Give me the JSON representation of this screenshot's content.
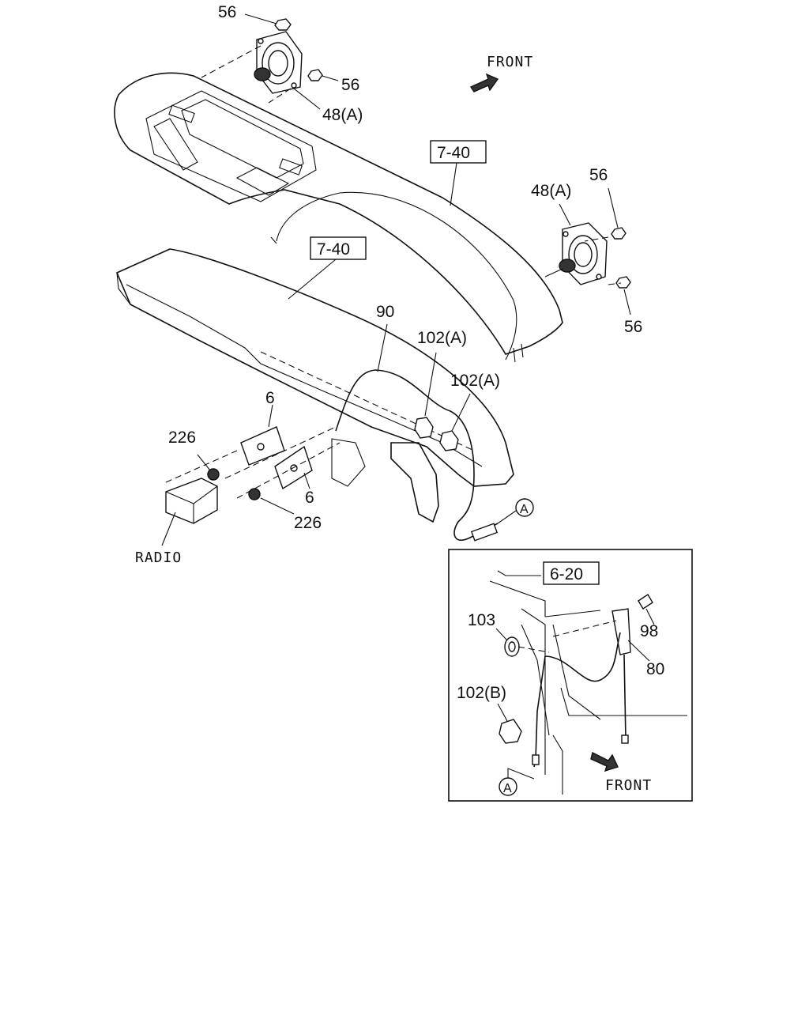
{
  "labels": {
    "nut_top_left": "56",
    "nut_top_right": "56",
    "speaker_left": "48(A)",
    "front_top": "FRONT",
    "ref_dash_upper": "7-40",
    "ref_dash_lower": "7-40",
    "speaker_right": "48(A)",
    "nut_right_upper": "56",
    "nut_right_lower": "56",
    "harness": "90",
    "clip_a1": "102(A)",
    "clip_a2": "102(A)",
    "bracket_upper": "6",
    "bolt_upper": "226",
    "bracket_lower": "6",
    "bolt_lower": "226",
    "radio": "RADIO",
    "connector_a": "A",
    "inset_ref": "6-20",
    "grommet": "103",
    "bolt_antenna": "98",
    "antenna": "80",
    "clip_b": "102(B)",
    "inset_connector_a": "A",
    "front_inset": "FRONT"
  },
  "colors": {
    "line": "#111111",
    "background": "#ffffff"
  }
}
